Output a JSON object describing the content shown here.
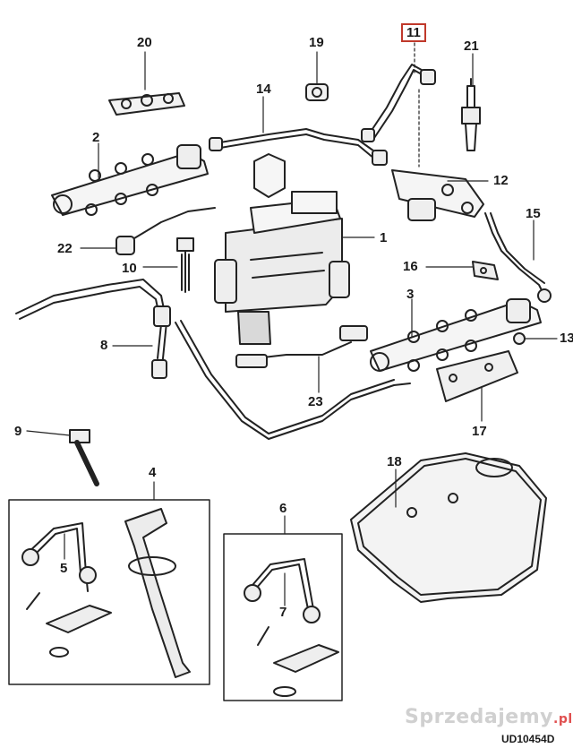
{
  "callouts": {
    "c1": "1",
    "c2": "2",
    "c3": "3",
    "c4": "4",
    "c5": "5",
    "c6": "6",
    "c7": "7",
    "c8": "8",
    "c9": "9",
    "c10": "10",
    "c11": "11",
    "c12": "12",
    "c13": "13",
    "c14": "14",
    "c15": "15",
    "c16": "16",
    "c17": "17",
    "c18": "18",
    "c19": "19",
    "c20": "20",
    "c21": "21",
    "c22": "22",
    "c23": "23"
  },
  "highlight_color": "#c0392b",
  "watermark": "Sprzedajemy",
  "watermark_suffix": ".pl",
  "doc_code": "UD10454D"
}
